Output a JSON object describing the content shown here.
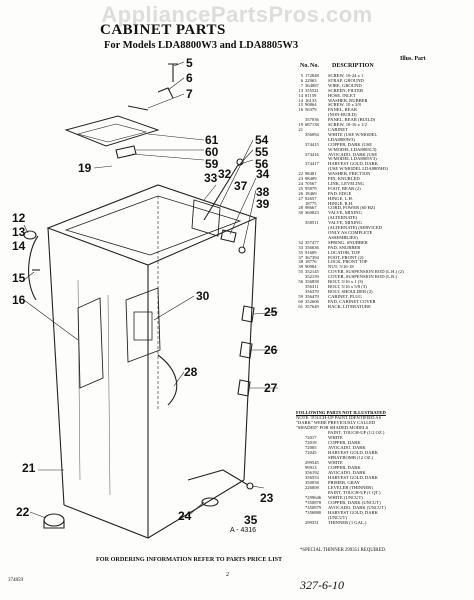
{
  "watermark": "AppliancePartsPros.com",
  "title": "CABINET PARTS",
  "subtitle": "For Models LDA8800W3 and LDA8805W3",
  "columns": {
    "illus": "Illus. Part",
    "no": "No.",
    "part_no": "No.",
    "description": "DESCRIPTION"
  },
  "parts": [
    {
      "i": "5",
      "p": "172848",
      "d": "SCREW, 10-24 x 1"
    },
    {
      "i": "6",
      "p": "22963",
      "d": "STRAP, GROUND"
    },
    {
      "i": "7",
      "p": "364087",
      "d": "WIRE, GROUND"
    },
    {
      "i": "13",
      "p": "355521",
      "d": "SCREEN, FILTER"
    },
    {
      "i": "14",
      "p": "81159",
      "d": "HOSE, INLET"
    },
    {
      "i": "14",
      "p": "16133",
      "d": "WASHER, RUBBER"
    },
    {
      "i": "15",
      "p": "90864",
      "d": "SCREW, 10 x 3/8"
    },
    {
      "i": "16",
      "p": "56379",
      "d": "PANEL, REAR"
    },
    {
      "i": "",
      "p": "",
      "d": "(NON-BUILD)"
    },
    {
      "i": "",
      "p": "357036",
      "d": "PANEL, REAR (BUILD)"
    },
    {
      "i": "19",
      "p": "687138",
      "d": "SCREW, 10-16 x 1/2"
    },
    {
      "i": "21",
      "p": "",
      "d": "CABINET"
    },
    {
      "i": "",
      "p": "356094",
      "d": "WHITE (USE W/MODEL"
    },
    {
      "i": "",
      "p": "",
      "d": "LDA8800W3)"
    },
    {
      "i": "",
      "p": "374415",
      "d": "COPPER, DARK (USE"
    },
    {
      "i": "",
      "p": "",
      "d": "W/MODEL LDA8805C3)"
    },
    {
      "i": "",
      "p": "374416",
      "d": "AVOCADO, DARK (USE"
    },
    {
      "i": "",
      "p": "",
      "d": "W/MODEL LDA8805V3)"
    },
    {
      "i": "",
      "p": "374417",
      "d": "HARVEST GOLD, DARK"
    },
    {
      "i": "",
      "p": "",
      "d": "(USE W/MODEL LDA8805H3)"
    },
    {
      "i": "22",
      "p": "98401",
      "d": "WASHER, FRICTION"
    },
    {
      "i": "23",
      "p": "98409",
      "d": "PIN, KNURLED"
    },
    {
      "i": "24",
      "p": "70567",
      "d": "LINK, LEVELING"
    },
    {
      "i": "25",
      "p": "95879",
      "d": "FOOT, REAR (2)"
    },
    {
      "i": "26",
      "p": "18469",
      "d": "PAD, EDGE"
    },
    {
      "i": "27",
      "p": "92657",
      "d": "HINGE, L.H."
    },
    {
      "i": "",
      "p": "18775",
      "d": "HINGE, R.H."
    },
    {
      "i": "28",
      "p": "98667",
      "d": "CORD, POWER (60 HZ)"
    },
    {
      "i": "30",
      "p": "360823",
      "d": "VALVE, MIXING"
    },
    {
      "i": "",
      "p": "",
      "d": "(ALTERNATE)"
    },
    {
      "i": "",
      "p": "358511",
      "d": "VALVE, MIXING"
    },
    {
      "i": "",
      "p": "",
      "d": "(ALTERNATE) (SERVICED"
    },
    {
      "i": "",
      "p": "",
      "d": "ONLY AS COMPLETE"
    },
    {
      "i": "",
      "p": "",
      "d": "ASSEMBLIES)"
    },
    {
      "i": "32",
      "p": "357477",
      "d": "SPRING, SNUBBER"
    },
    {
      "i": "33",
      "p": "356636",
      "d": "PAD, SNUBBER"
    },
    {
      "i": "35",
      "p": "91609",
      "d": "LOCATOR, TOP"
    },
    {
      "i": "37",
      "p": "367394",
      "d": "FOOT, FRONT (2)"
    },
    {
      "i": "38",
      "p": "18776",
      "d": "LOCK, FRONT TOP"
    },
    {
      "i": "39",
      "p": "90984",
      "d": "NUT, 5/16-18"
    },
    {
      "i": "55",
      "p": "352145",
      "d": "COVER, SUSPENSION ROD (L.H.) (2)"
    },
    {
      "i": "",
      "p": "352159",
      "d": "COVER, SUSPENSION ROD (L.R.)"
    },
    {
      "i": "56",
      "p": "356858",
      "d": "BOLT, 5/16 x 1 (3)"
    },
    {
      "i": "",
      "p": "356311",
      "d": "BOLT, 5/16 x 5/8 (3)"
    },
    {
      "i": "",
      "p": "356370",
      "d": "BOLT, SHOULDER (2)"
    },
    {
      "i": "59",
      "p": "356479",
      "d": "CABINET, PLUG"
    },
    {
      "i": "60",
      "p": "352606",
      "d": "PAD, CABINET COVER"
    },
    {
      "i": "61",
      "p": "357649",
      "d": "RACK, LITERATURE"
    }
  ],
  "notes": {
    "header": "FOLLOWING PARTS NOT ILLUSTRATED",
    "intro": [
      "NOTE: TOUCH-UP PAINT IDENTIFIED AS",
      "\"DARK\" WERE PREVIOUSLY CALLED",
      "\"SHADED\" FOR SHADED MODELS"
    ],
    "items": [
      {
        "p": "",
        "d": "PAINT, TOUCH-UP (1/2 OZ.)"
      },
      {
        "p": "72017",
        "d": "WHITE"
      },
      {
        "p": "72018",
        "d": "COPPER, DARK"
      },
      {
        "p": "72005",
        "d": "AVOCADO, DARK"
      },
      {
        "p": "72045",
        "d": "HARVEST GOLD, DARK"
      },
      {
        "p": "",
        "d": "SPRAYBOMB (12 OZ.)"
      },
      {
        "p": "299545",
        "d": "WHITE"
      },
      {
        "p": "99913",
        "d": "COPPER, DARK"
      },
      {
        "p": "356192",
        "d": "AVOCADO, DARK"
      },
      {
        "p": "356553",
        "d": "HARVEST GOLD, DARK"
      },
      {
        "p": "350058",
        "d": "PRIMER, GRAY"
      },
      {
        "p": "226008",
        "d": "LEVELER (THINNER)"
      },
      {
        "p": "",
        "d": "PAINT, TOUCH-UP (1 QT.)"
      },
      {
        "p": "*299646",
        "d": "WHITE (UNCUT)"
      },
      {
        "p": "*350878",
        "d": "COPPER, DARK (UNCUT)"
      },
      {
        "p": "*350879",
        "d": "AVOCADO, DARK (UNCUT)"
      },
      {
        "p": "*356880",
        "d": "HARVEST GOLD, DARK"
      },
      {
        "p": "",
        "d": "(UNCUT)"
      },
      {
        "p": "299351",
        "d": "THINNER (1 GAL.)"
      }
    ]
  },
  "special_note": "*SPECIAL THINNER 299351 REQUIRED.",
  "order_note": "FOR ORDERING INFORMATION REFER TO PARTS PRICE LIST",
  "page_number": "2",
  "doc_code": "374859",
  "handwritten": "327-6-10",
  "diagram_code": "A - 4316",
  "callouts": [
    "5",
    "6",
    "7",
    "61",
    "60",
    "59",
    "54",
    "55",
    "56",
    "33",
    "32",
    "34",
    "38",
    "37",
    "39",
    "19",
    "12",
    "13",
    "14",
    "15",
    "16",
    "30",
    "28",
    "25",
    "26",
    "27",
    "22",
    "21",
    "24",
    "23",
    "35"
  ]
}
